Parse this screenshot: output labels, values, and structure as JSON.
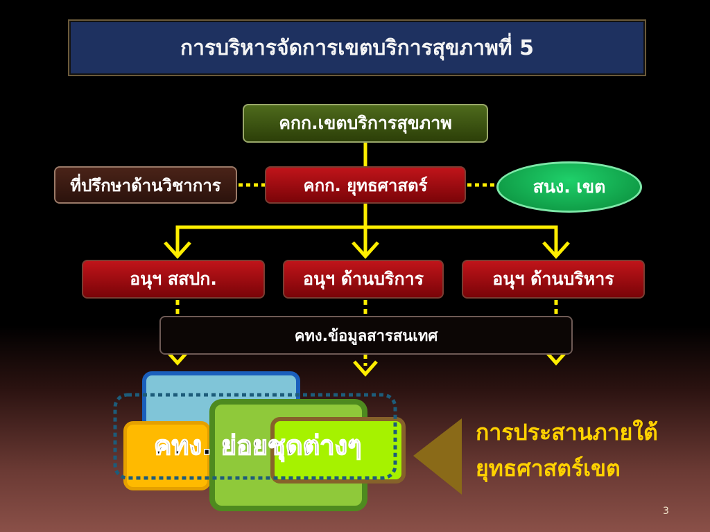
{
  "title": "การบริหารจัดการเขตบริการสุขภาพที่ 5",
  "nodes": {
    "health_region_committee": "คกก.เขตบริการสุขภาพ",
    "academic_advisor": "ที่ปรึกษาด้านวิชาการ",
    "strategy_committee": "คกก. ยุทธศาสตร์",
    "regional_office": "สนง. เขต",
    "sub_sspk": "อนุฯ สสปก.",
    "sub_service": "อนุฯ ด้านบริการ",
    "sub_admin": "อนุฯ ด้านบริหาร",
    "it_working_group": "คทง.ข้อมูลสารสนเทศ",
    "sub_working_groups": "คทง. ย่อยชุดต่างๆ"
  },
  "coordination_note": {
    "line1": "การประสานภายใต้",
    "line2": "ยุทธศาสตร์เขต"
  },
  "page_number": "3",
  "colors": {
    "title_bg": "#1e3160",
    "connector": "#ffee00",
    "red_box": "#c0141a",
    "green_box": "#4e6a1c",
    "oval": "#0fae4a",
    "note_text": "#ffd200"
  }
}
